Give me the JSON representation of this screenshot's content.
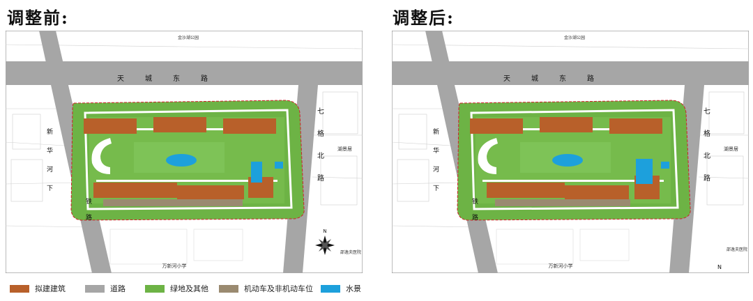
{
  "titles": {
    "before": "调整前:",
    "after": "调整后:"
  },
  "plan_labels": {
    "park": "金沙湖公园",
    "road_tiancheng": "天城东路",
    "road_xinhua": "新华河下",
    "road_xiwei": "铁路",
    "road_qige": "七格北路",
    "lake": "湖景居",
    "school": "万新河小学",
    "hospital": "邵逸夫医院",
    "north": "N"
  },
  "colors": {
    "building": "#b8602a",
    "road": "#a6a6a6",
    "green": "#6db345",
    "parking": "#9a8a70",
    "water": "#1da0dc",
    "redline": "#d0202a"
  },
  "legend": [
    {
      "label": "拟建建筑",
      "color": "#b8602a"
    },
    {
      "label": "道路",
      "color": "#a6a6a6"
    },
    {
      "label": "绿地及其他",
      "color": "#6db345"
    },
    {
      "label": "机动车及非机动车位",
      "color": "#9a8a70"
    },
    {
      "label": "水景",
      "color": "#1da0dc"
    }
  ]
}
